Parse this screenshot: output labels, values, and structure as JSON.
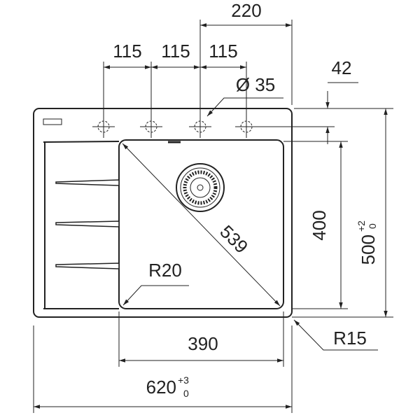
{
  "title": "Sink dimension drawing",
  "dimensions": {
    "top_span": "220",
    "hole_spacing": [
      "115",
      "115",
      "115"
    ],
    "hole_diameter": "Ø 35",
    "hole_offset": "42",
    "bowl_depth": "400",
    "overall_depth": "500",
    "overall_depth_tol_upper": "+2",
    "overall_depth_tol_lower": "0",
    "bowl_diagonal": "539",
    "bowl_radius": "R20",
    "corner_radius": "R15",
    "bowl_width": "390",
    "overall_width": "620",
    "overall_width_tol_upper": "+3",
    "overall_width_tol_lower": "0"
  }
}
